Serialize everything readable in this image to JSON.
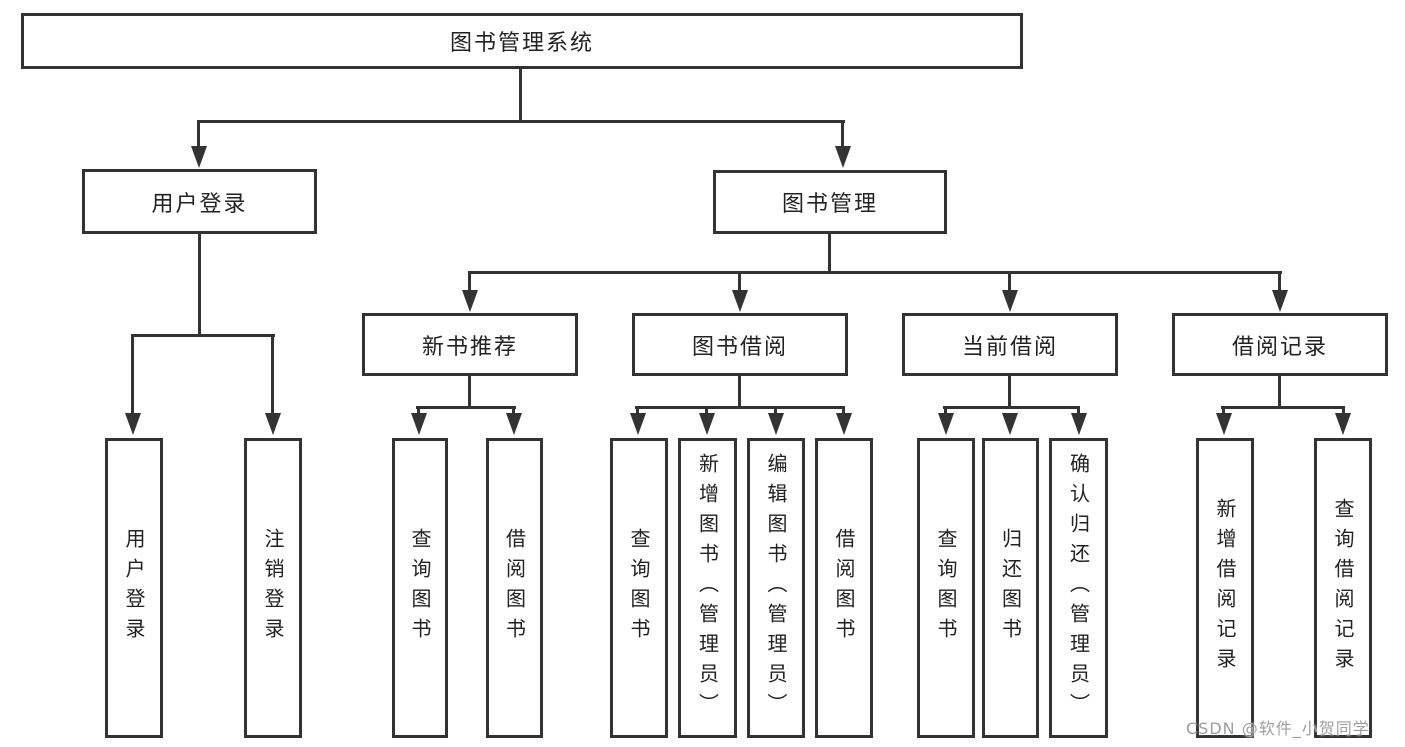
{
  "tree": {
    "label": "图书管理系统",
    "children": [
      {
        "label": "用户登录",
        "children": [
          {
            "label": "用户登录"
          },
          {
            "label": "注销登录"
          }
        ]
      },
      {
        "label": "图书管理",
        "children": [
          {
            "label": "新书推荐",
            "children": [
              {
                "label": "查询图书"
              },
              {
                "label": "借阅图书"
              }
            ]
          },
          {
            "label": "图书借阅",
            "children": [
              {
                "label": "查询图书"
              },
              {
                "label": "新增图书（管理员）"
              },
              {
                "label": "编辑图书（管理员）"
              },
              {
                "label": "借阅图书"
              }
            ]
          },
          {
            "label": "当前借阅",
            "children": [
              {
                "label": "查询图书"
              },
              {
                "label": "归还图书"
              },
              {
                "label": "确认归还（管理员）"
              }
            ]
          },
          {
            "label": "借阅记录",
            "children": [
              {
                "label": "新增借阅记录"
              },
              {
                "label": "查询借阅记录"
              }
            ]
          }
        ]
      }
    ]
  },
  "watermark": {
    "text": "CSDN @软件_小贺同学"
  },
  "colors": {
    "line": "#333333",
    "text": "#222222",
    "watermark_text": "#9e9e9e",
    "background": "#ffffff"
  }
}
